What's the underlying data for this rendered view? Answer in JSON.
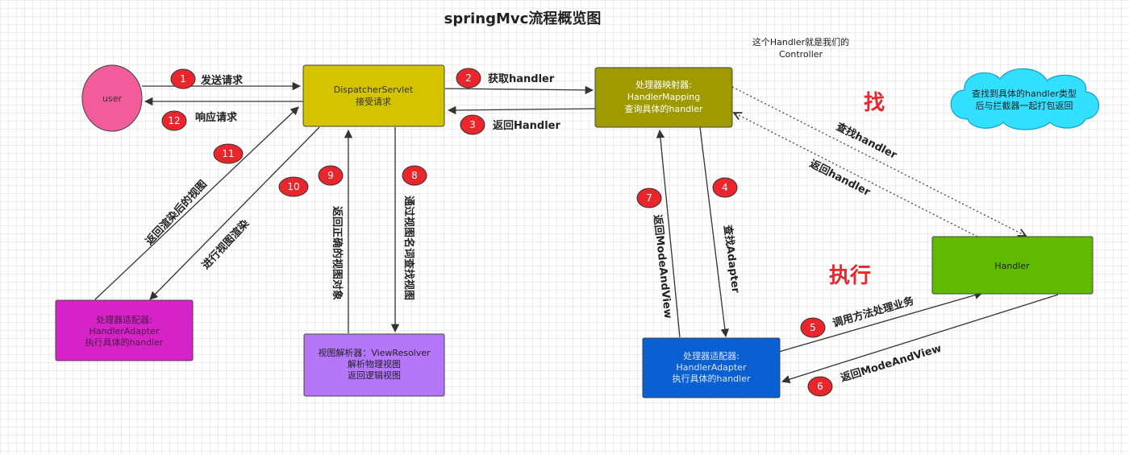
{
  "title": "springMvc流程概览图",
  "note": [
    "这个Handler就是我们的",
    "Controller"
  ],
  "cloud": [
    "查找到具体的handler类型",
    "后与拦截器一起打包返回"
  ],
  "big_labels": {
    "find": "找",
    "execute": "执行"
  },
  "nodes": {
    "user": [
      "user"
    ],
    "dispatcher": [
      "DispatcherServlet",
      "接受请求"
    ],
    "mapping": [
      "处理器映射器:",
      "HandlerMapping",
      "查询具体的handler"
    ],
    "handler": [
      "Handler"
    ],
    "adapter_left": [
      "处理器适配器:",
      "HandlerAdapter",
      "执行具体的handler"
    ],
    "resolver": [
      "视图解析器：ViewResolver",
      "解析物理视图",
      "返回逻辑视图"
    ],
    "adapter_right": [
      "处理器适配器:",
      "HandlerAdapter",
      "执行具体的handler"
    ]
  },
  "steps": {
    "s1": {
      "num": "1",
      "label": "发送请求"
    },
    "s2": {
      "num": "2",
      "label": "获取handler"
    },
    "s3": {
      "num": "3",
      "label": "返回Handler"
    },
    "s4": {
      "num": "4",
      "label": "查找Adapter"
    },
    "s5": {
      "num": "5",
      "label": "调用方法处理业务"
    },
    "s6": {
      "num": "6",
      "label": "返回ModeAndView"
    },
    "s7": {
      "num": "7",
      "label": "返回ModeAndView"
    },
    "s8": {
      "num": "8",
      "label": "通过视图名词查找视图"
    },
    "s9": {
      "num": "9",
      "label": "返回正确的视图对象"
    },
    "s10": {
      "num": "10",
      "label": "进行视图渲染"
    },
    "s11": {
      "num": "11",
      "label": "返回渲染后的视图"
    },
    "s12": {
      "num": "12",
      "label": "响应请求"
    },
    "find_handler": {
      "label": "查找handler"
    },
    "return_handler": {
      "label": "返回handler"
    }
  },
  "colors": {
    "user": "#f25c9a",
    "dispatcher": "#d4c400",
    "mapping": "#9e9a00",
    "handler": "#5fba00",
    "adapter_left": "#d623c8",
    "resolver": "#b576fa",
    "adapter_right": "#0a5fd1",
    "badge": "#e8262b",
    "cloud": "#32dfff"
  }
}
